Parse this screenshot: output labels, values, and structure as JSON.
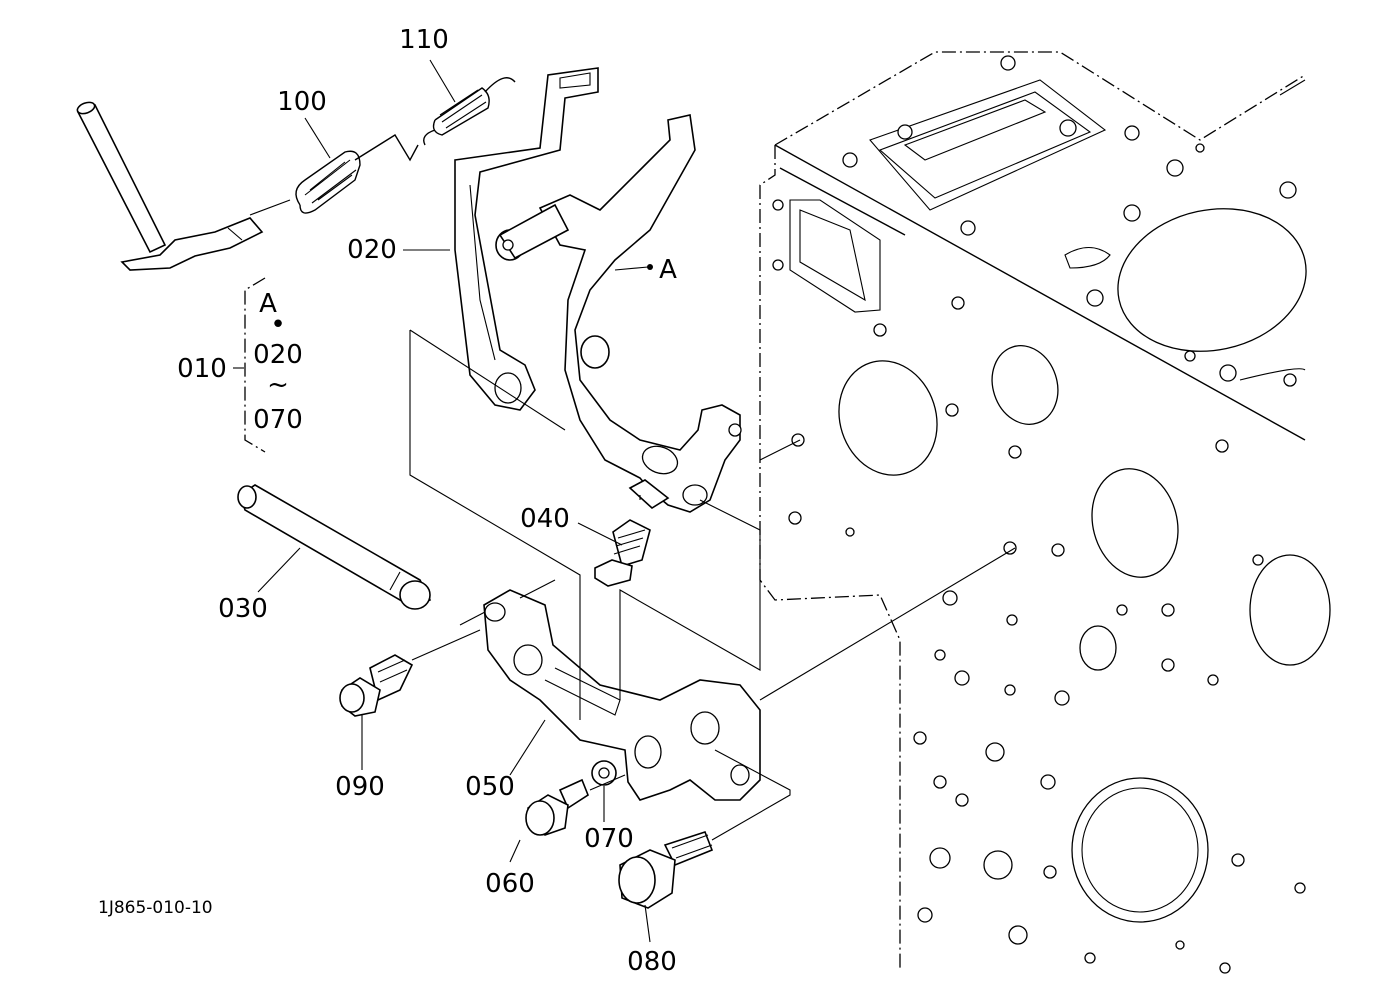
{
  "drawing_code": "1J865-010-10",
  "callouts": {
    "p010": "010",
    "p020": "020",
    "p030": "030",
    "p040": "040",
    "p050": "050",
    "p060": "060",
    "p070": "070",
    "p080": "080",
    "p090": "090",
    "p100": "100",
    "p110": "110",
    "ref_a": "A"
  },
  "assembly_bracket": {
    "top": "A",
    "dot": "•",
    "from": "020",
    "tilde": "~",
    "to": "070"
  }
}
